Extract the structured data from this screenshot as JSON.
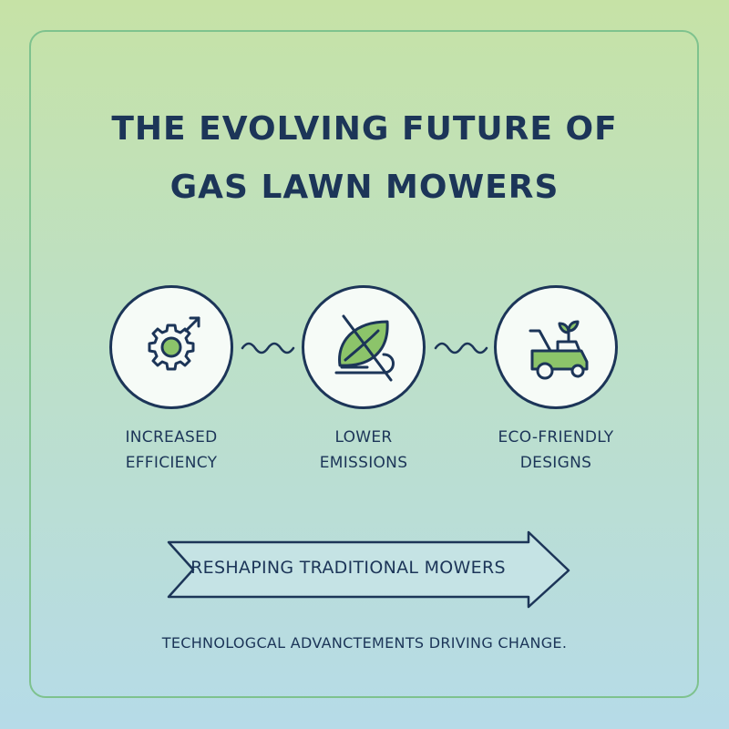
{
  "title": {
    "line1": "THE EVOLVING FUTURE OF",
    "line2": "GAS LAWN MOWERS"
  },
  "features": [
    {
      "icon": "gear-arrow-icon",
      "line1": "INCREASED",
      "line2": "EFFICIENCY"
    },
    {
      "icon": "leaf-crossed-icon",
      "line1": "LOWER",
      "line2": "EMISSIONS"
    },
    {
      "icon": "mower-sprout-icon",
      "line1": "ECO-FRIENDLY",
      "line2": "DESIGNS"
    }
  ],
  "banner": {
    "label": "RESHAPING TRADITIONAL MOWERS"
  },
  "caption": "TECHNOLOGCAL ADVANCTEMENTS DRIVING CHANGE.",
  "colors": {
    "ink": "#1c3558",
    "accent_green": "#8cc46a",
    "frame": "#7ec28e",
    "bg_top": "#c6e2a6",
    "bg_bottom": "#b6dbe8"
  }
}
